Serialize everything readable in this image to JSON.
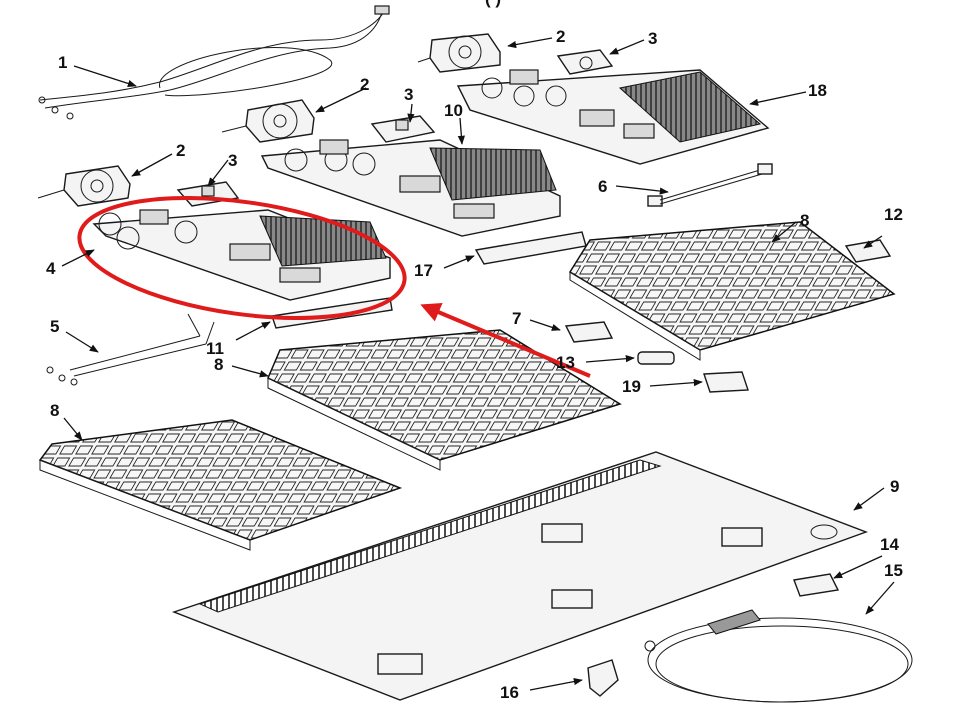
{
  "header": {
    "partial_text": "(          )"
  },
  "parts": [
    {
      "key": "1",
      "label": "1"
    },
    {
      "key": "2a",
      "label": "2"
    },
    {
      "key": "2b",
      "label": "2"
    },
    {
      "key": "2c",
      "label": "2"
    },
    {
      "key": "3a",
      "label": "3"
    },
    {
      "key": "3b",
      "label": "3"
    },
    {
      "key": "3c",
      "label": "3"
    },
    {
      "key": "4",
      "label": "4"
    },
    {
      "key": "5",
      "label": "5"
    },
    {
      "key": "6",
      "label": "6"
    },
    {
      "key": "7",
      "label": "7"
    },
    {
      "key": "8a",
      "label": "8"
    },
    {
      "key": "8b",
      "label": "8"
    },
    {
      "key": "8c",
      "label": "8"
    },
    {
      "key": "9",
      "label": "9"
    },
    {
      "key": "10",
      "label": "10"
    },
    {
      "key": "11",
      "label": "11"
    },
    {
      "key": "12",
      "label": "12"
    },
    {
      "key": "13",
      "label": "13"
    },
    {
      "key": "14",
      "label": "14"
    },
    {
      "key": "15",
      "label": "15"
    },
    {
      "key": "16",
      "label": "16"
    },
    {
      "key": "17",
      "label": "17"
    },
    {
      "key": "18",
      "label": "18"
    },
    {
      "key": "19",
      "label": "19"
    }
  ],
  "highlight": {
    "target_part": "4",
    "color": "#e01b1b"
  }
}
